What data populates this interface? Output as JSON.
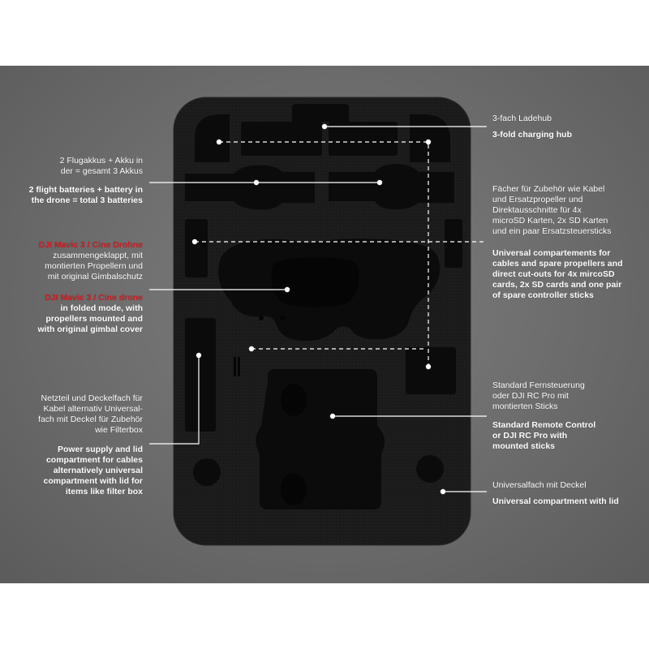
{
  "colors": {
    "background": "#6f6f6f",
    "foam": "#1a1a1a",
    "cutout": "#090909",
    "callout": "#ffffff",
    "accent": "#d21f26"
  },
  "callouts": {
    "hub": {
      "de": [
        "3-fach Ladehub"
      ],
      "en": [
        "3-fold charging hub"
      ]
    },
    "batteries": {
      "de": [
        "2 Flugakkus + Akku in",
        "der = gesamt 3 Akkus"
      ],
      "en": [
        "2 flight batteries + battery in",
        "the drone = total 3 batteries"
      ]
    },
    "accessories": {
      "de": [
        "Fächer für Zubehör wie Kabel",
        "und Ersatzpropeller und",
        "Direktausschnitte für 4x",
        "microSD Karten, 2x SD Karten",
        "und ein paar Ersatzsteuersticks"
      ],
      "en": [
        "Universal compartements for",
        "cables and spare propellers and",
        "direct cut-outs for 4x mircoSD",
        "cards, 2x SD cards and one pair",
        "of spare controller sticks"
      ]
    },
    "drone": {
      "de_title": "DJI Mavic 3 / Cine Drohne",
      "de": [
        "zusammengeklappt, mit",
        "montierten Propellern und",
        "mit original Gimbalschutz"
      ],
      "en_title": "DJI Mavic 3 / Cine drone",
      "en": [
        "in folded mode, with",
        "propellers mounted and",
        "with original gimbal cover"
      ]
    },
    "remote": {
      "de": [
        "Standard Fernsteuerung",
        "oder DJI RC Pro mit",
        "montierten Sticks"
      ],
      "en": [
        "Standard Remote Control",
        "or DJI RC Pro with",
        "mounted sticks"
      ]
    },
    "power": {
      "de": [
        "Netzteil und Deckelfach für",
        "Kabel alternativ Universal-",
        "fach mit Deckel für Zubehör",
        "wie Filterbox"
      ],
      "en": [
        "Power supply and lid",
        "compartment for cables",
        "alternatively universal",
        "compartment with lid for",
        "items like filter box"
      ]
    },
    "universal": {
      "de": [
        "Universalfach mit Deckel"
      ],
      "en": [
        "Universal compartment with lid"
      ]
    }
  }
}
